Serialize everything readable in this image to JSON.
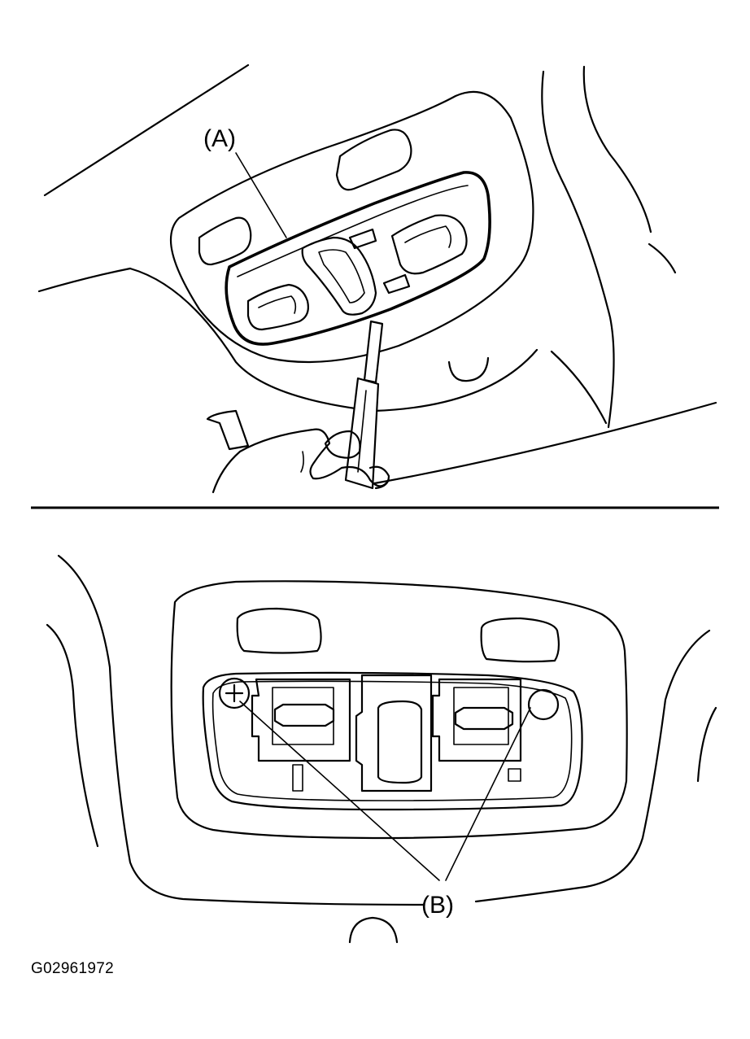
{
  "labels": {
    "a": "(A)",
    "b": "(B)"
  },
  "figure_code": "G02961972",
  "colors": {
    "line": "#000000",
    "background": "#ffffff"
  }
}
